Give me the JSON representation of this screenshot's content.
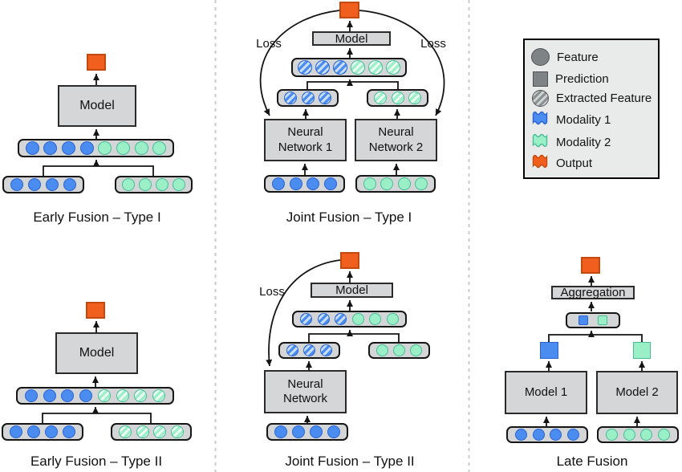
{
  "colors": {
    "modality1_fill": "#4a8cf0",
    "modality1_border": "#2a64d0",
    "modality1_hatch_light": "#c8def8",
    "modality2_fill": "#9aefc7",
    "modality2_border": "#46bd97",
    "modality2_hatch_light": "#eafdf4",
    "output_fill": "#f05f1d",
    "output_border": "#c24a0e",
    "feature_gray_fill": "#7e8385",
    "feature_gray_border": "#4e5254",
    "hatch_gray_light": "#d0d3d4",
    "row_fill": "#d3d5d6",
    "row_border": "#161616",
    "box_fill": "#d5d6d7",
    "box_border": "#2b2b2b",
    "legend_fill": "#e9eaea",
    "legend_border": "#000000",
    "wire": "#141414",
    "divider": "#c6ccc9"
  },
  "legend": {
    "items": [
      {
        "swatch": "feature-circle",
        "label": "Feature"
      },
      {
        "swatch": "prediction-square",
        "label": "Prediction"
      },
      {
        "swatch": "extracted-feature-circle",
        "label": "Extracted Feature"
      },
      {
        "swatch": "modality1-flag",
        "label": "Modality 1"
      },
      {
        "swatch": "modality2-flag",
        "label": "Modality 2"
      },
      {
        "swatch": "output-flag",
        "label": "Output"
      }
    ]
  },
  "panels": {
    "early_fusion_1": {
      "caption": "Early Fusion – Type I",
      "model_label": "Model",
      "rows": {
        "combined": [
          "m1",
          "m1",
          "m1",
          "m1",
          "m2",
          "m2",
          "m2",
          "m2"
        ],
        "input_left": [
          "m1",
          "m1",
          "m1",
          "m1"
        ],
        "input_right": [
          "m2",
          "m2",
          "m2",
          "m2"
        ]
      }
    },
    "joint_fusion_1": {
      "caption": "Joint Fusion – Type I",
      "model_label": "Model",
      "loss_left": "Loss",
      "loss_right": "Loss",
      "nn1_label": "Neural Network 1",
      "nn2_label": "Neural Network 2",
      "rows": {
        "fused": [
          "m1x",
          "m1x",
          "m1x",
          "m2x",
          "m2x",
          "m2x"
        ],
        "extracted_left": [
          "m1x",
          "m1x",
          "m1x"
        ],
        "extracted_right": [
          "m2x",
          "m2x",
          "m2x"
        ],
        "input_left": [
          "m1",
          "m1",
          "m1",
          "m1"
        ],
        "input_right": [
          "m2",
          "m2",
          "m2",
          "m2"
        ]
      }
    },
    "early_fusion_2": {
      "caption": "Early Fusion – Type II",
      "model_label": "Model",
      "rows": {
        "combined": [
          "m1",
          "m1",
          "m1",
          "m1",
          "m2x",
          "m2x",
          "m2x",
          "m2x"
        ],
        "input_left": [
          "m1",
          "m1",
          "m1",
          "m1"
        ],
        "input_right": [
          "m2x",
          "m2x",
          "m2x",
          "m2x"
        ]
      }
    },
    "joint_fusion_2": {
      "caption": "Joint Fusion – Type II",
      "model_label": "Model",
      "loss_label": "Loss",
      "nn_label": "Neural Network",
      "rows": {
        "fused": [
          "m1x",
          "m1x",
          "m1x",
          "m2",
          "m2",
          "m2"
        ],
        "extracted_left": [
          "m1x",
          "m1x",
          "m1x"
        ],
        "input_right": [
          "m2",
          "m2",
          "m2"
        ],
        "input_bottom": [
          "m1",
          "m1",
          "m1",
          "m1"
        ]
      }
    },
    "late_fusion": {
      "caption": "Late Fusion",
      "aggregation_label": "Aggregation",
      "model1_label": "Model 1",
      "model2_label": "Model 2",
      "rows": {
        "predictions": [
          "m1",
          "m2"
        ],
        "input_left": [
          "m1",
          "m1",
          "m1",
          "m1"
        ],
        "input_right": [
          "m2",
          "m2",
          "m2",
          "m2"
        ]
      }
    }
  }
}
